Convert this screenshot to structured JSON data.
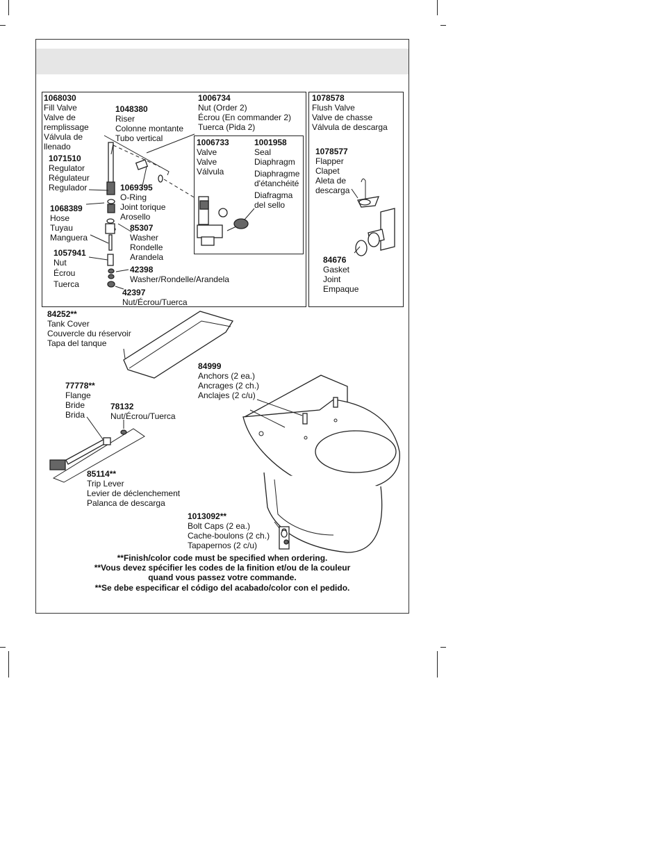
{
  "parts": {
    "p1068030": {
      "num": "1068030",
      "lines": [
        "Fill Valve",
        "Valve de",
        "remplissage",
        "Válvula de",
        "llenado"
      ]
    },
    "p1048380": {
      "num": "1048380",
      "lines": [
        "Riser",
        "Colonne montante",
        "Tubo vertical"
      ]
    },
    "p1006734": {
      "num": "1006734",
      "lines": [
        "Nut (Order 2)",
        "Écrou (En commander 2)",
        "Tuerca (Pida 2)"
      ]
    },
    "p1078578": {
      "num": "1078578",
      "lines": [
        "Flush Valve",
        "Valve de chasse",
        "Válvula de descarga"
      ]
    },
    "p1006733": {
      "num": "1006733",
      "lines": [
        "Valve",
        "Valve",
        "Válvula"
      ]
    },
    "p1001958": {
      "num": "1001958",
      "lines": [
        "Seal",
        "Diaphragm",
        "Diaphragme",
        "d'étanchéité",
        "Diafragma",
        "del sello"
      ]
    },
    "p1071510": {
      "num": "1071510",
      "lines": [
        "Regulator",
        "Régulateur",
        "Regulador"
      ]
    },
    "p1078577": {
      "num": "1078577",
      "lines": [
        "Flapper",
        "Clapet",
        "Aleta de",
        "descarga"
      ]
    },
    "p1069395": {
      "num": "1069395",
      "lines": [
        "O-Ring",
        "Joint torique",
        "Arosello"
      ]
    },
    "p1068389": {
      "num": "1068389",
      "lines": [
        "Hose",
        "Tuyau",
        "Manguera"
      ]
    },
    "p85307": {
      "num": "85307",
      "lines": [
        "Washer",
        "Rondelle",
        "Arandela"
      ]
    },
    "p1057941": {
      "num": "1057941",
      "lines": [
        "Nut",
        "Écrou",
        "Tuerca"
      ]
    },
    "p84676": {
      "num": "84676",
      "lines": [
        "Gasket",
        "Joint",
        "Empaque"
      ]
    },
    "p42398": {
      "num": "42398",
      "lines": [
        "Washer/Rondelle/Arandela"
      ]
    },
    "p42397": {
      "num": "42397",
      "lines": [
        "Nut/Écrou/Tuerca"
      ]
    },
    "p84252": {
      "num": "84252**",
      "lines": [
        "Tank Cover",
        "Couvercle du réservoir",
        "Tapa del tanque"
      ]
    },
    "p84999": {
      "num": "84999",
      "lines": [
        "Anchors (2 ea.)",
        "Ancrages (2 ch.)",
        "Anclajes (2 c/u)"
      ]
    },
    "p77778": {
      "num": "77778**",
      "lines": [
        "Flange",
        "Bride",
        "Brida"
      ]
    },
    "p78132": {
      "num": "78132",
      "lines": [
        "Nut/Écrou/Tuerca"
      ]
    },
    "p85114": {
      "num": "85114**",
      "lines": [
        "Trip Lever",
        "Levier de déclenchement",
        "Palanca de descarga"
      ]
    },
    "p1013092": {
      "num": "1013092**",
      "lines": [
        "Bolt Caps (2 ea.)",
        "Cache-boulons (2 ch.)",
        "Tapapernos (2 c/u)"
      ]
    }
  },
  "note": [
    "**Finish/color code must be specified when ordering.",
    "**Vous devez spécifier les codes de la finition et/ou de la couleur",
    "quand vous passez votre commande.",
    "**Se debe especificar el código del acabado/color con el pedido."
  ]
}
